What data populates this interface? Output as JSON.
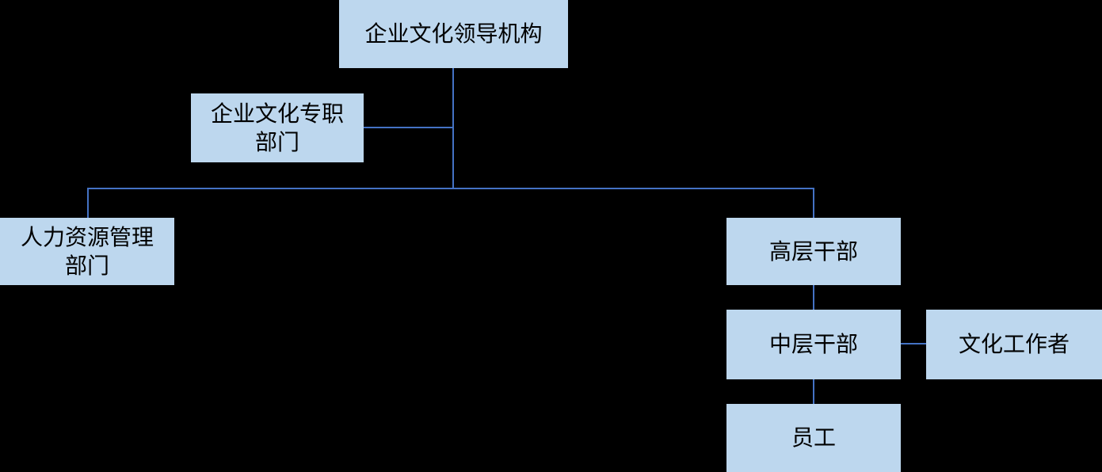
{
  "diagram": {
    "type": "org-chart",
    "background_color": "#000000",
    "node_fill_color": "#bdd7ee",
    "node_text_color": "#000000",
    "connector_color": "#4472c4",
    "nodes": {
      "leadership": "企业文化领导机构",
      "dedicated_dept": "企业文化专职\n部门",
      "hr_dept": "人力资源管理\n部门",
      "senior_cadres": "高层干部",
      "middle_cadres": "中层干部",
      "culture_workers": "文化工作者",
      "staff": "员工"
    },
    "edges": [
      {
        "from": "leadership",
        "to": "dedicated_dept"
      },
      {
        "from": "leadership",
        "to": "hr_dept"
      },
      {
        "from": "leadership",
        "to": "senior_cadres"
      },
      {
        "from": "senior_cadres",
        "to": "middle_cadres"
      },
      {
        "from": "middle_cadres",
        "to": "culture_workers"
      },
      {
        "from": "middle_cadres",
        "to": "staff"
      }
    ]
  }
}
